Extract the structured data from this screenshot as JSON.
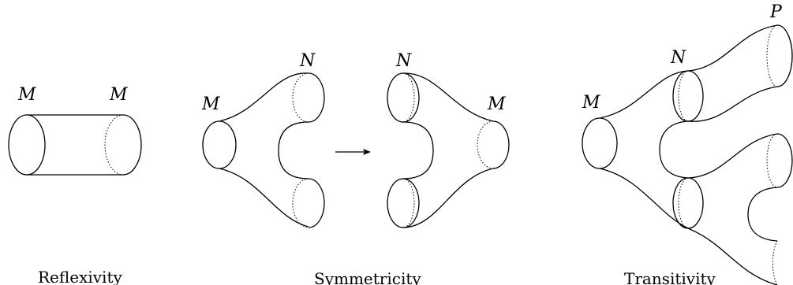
{
  "labels": {
    "reflexivity_left": "M",
    "reflexivity_right": "M",
    "sym_left_M": "M",
    "sym_left_N": "N",
    "sym_right_N": "N",
    "sym_right_M": "M",
    "trans_M": "M",
    "trans_N": "N",
    "trans_P": "P"
  },
  "captions": {
    "reflexivity": "Reflexivity",
    "symmetricity": "Symmetricity",
    "transitivity": "Transitivity"
  }
}
